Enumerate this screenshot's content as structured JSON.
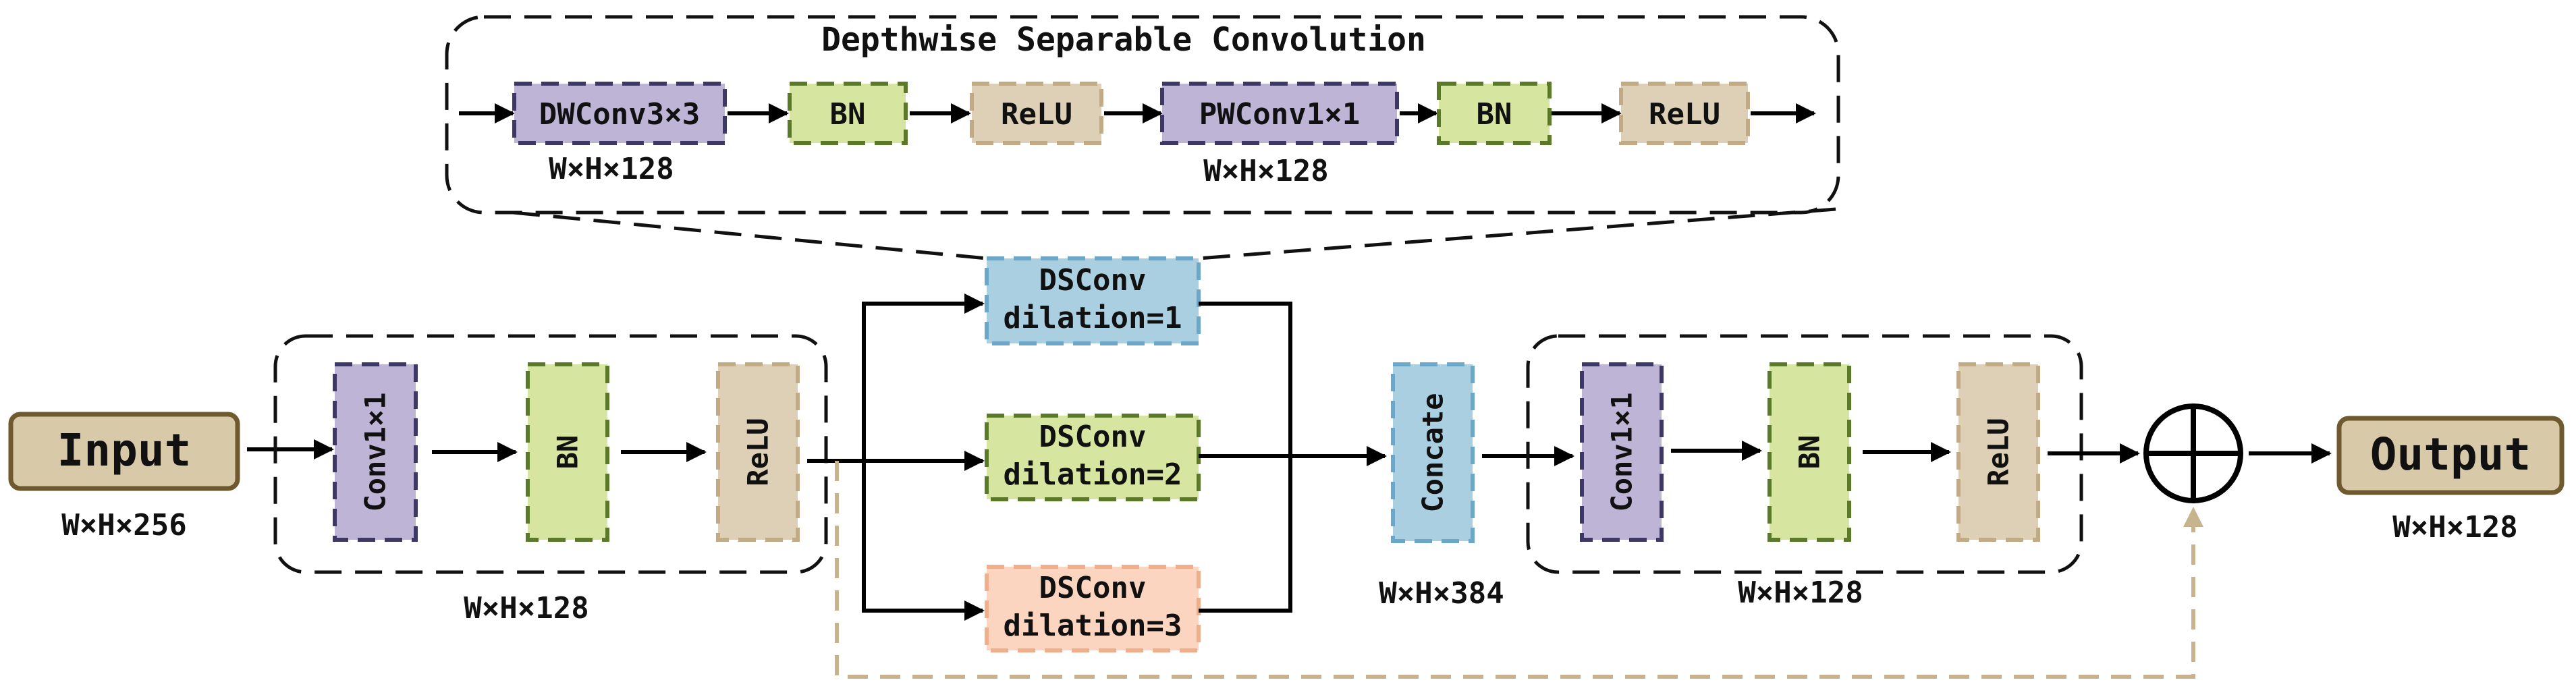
{
  "title": "Depthwise Separable Convolution",
  "colors": {
    "input_fill": "#d8c9a8",
    "input_stroke": "#6e5a2e",
    "purple_fill": "#bdb4d6",
    "purple_stroke": "#3e3866",
    "green_fill": "#d6e6a0",
    "green_stroke": "#5a7a2a",
    "tan_fill": "#ddd0b6",
    "tan_stroke": "#c2aa85",
    "blue_fill": "#a9cfe0",
    "blue_stroke": "#6aa7c9",
    "peach_fill": "#fcd5c0",
    "peach_stroke": "#f0ae8a",
    "residual": "#c7b48e"
  },
  "dsc_module": {
    "blocks": [
      "DWConv3×3",
      "BN",
      "ReLU",
      "PWConv1×1",
      "BN",
      "ReLU"
    ],
    "dims": [
      "W×H×128",
      "W×H×128"
    ]
  },
  "input": {
    "label": "Input",
    "dim": "W×H×256"
  },
  "stage1": {
    "blocks": [
      "Conv1×1",
      "BN",
      "ReLU"
    ],
    "dim": "W×H×128"
  },
  "branches": [
    {
      "name": "DSConv",
      "param": "dilation=1"
    },
    {
      "name": "DSConv",
      "param": "dilation=2"
    },
    {
      "name": "DSConv",
      "param": "dilation=3"
    }
  ],
  "concat": {
    "label": "Concate",
    "dim": "W×H×384"
  },
  "stage2": {
    "blocks": [
      "Conv1×1",
      "BN",
      "ReLU"
    ],
    "dim": "W×H×128"
  },
  "add_icon": "circled-plus-icon",
  "output": {
    "label": "Output",
    "dim": "W×H×128"
  }
}
